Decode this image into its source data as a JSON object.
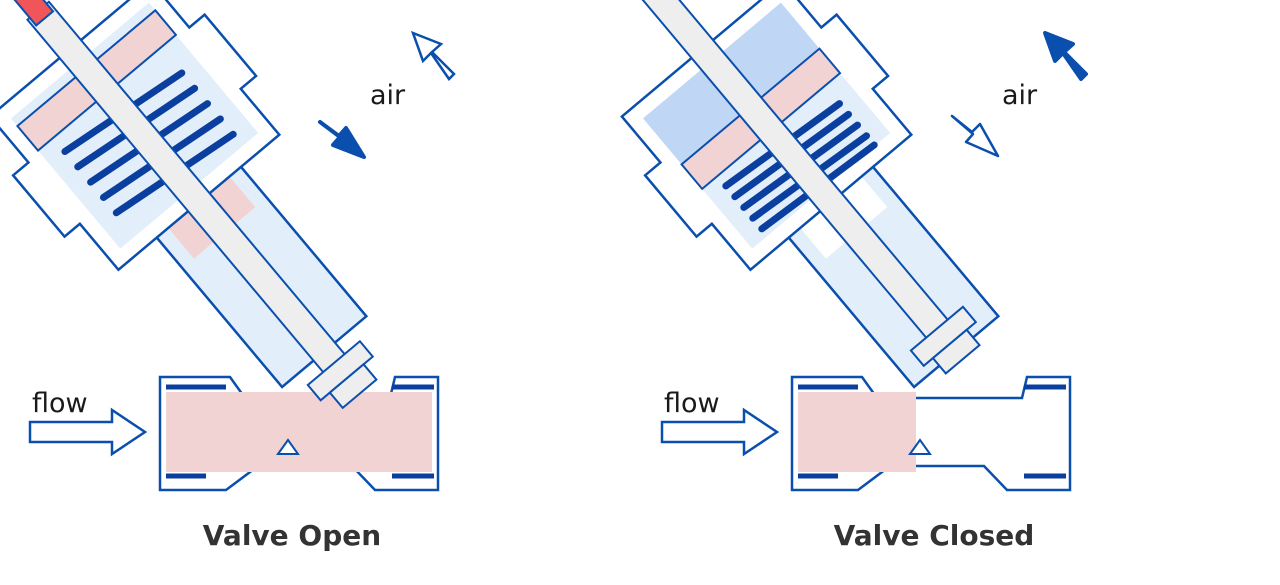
{
  "panels": [
    {
      "caption": "Valve Open",
      "flow_label": "flow",
      "air_label": "air",
      "state": "open"
    },
    {
      "caption": "Valve Closed",
      "flow_label": "flow",
      "air_label": "air",
      "state": "closed"
    }
  ],
  "colors": {
    "outline": "#0a4fae",
    "body_fill": "#ffffff",
    "body_light": "#e3eefb",
    "fluid": "#f2d3d4",
    "stem": "#eeeeee",
    "spring": "#0a3fa0",
    "air_chamber": "#bfd7f5",
    "indicator": "#f0555a",
    "arrow_solid": "#0a4fae"
  }
}
